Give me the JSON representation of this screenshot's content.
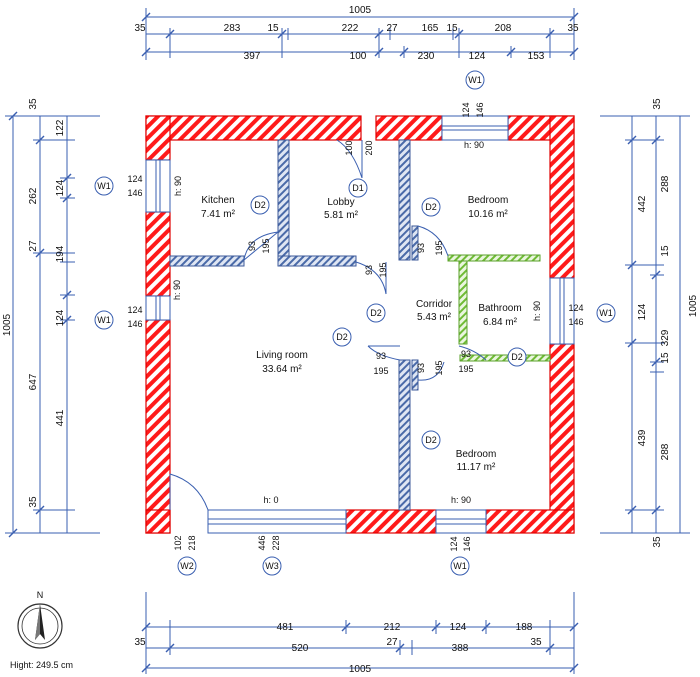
{
  "top_dims": {
    "total": "1005",
    "row1": [
      "35",
      "283",
      "15",
      "222",
      "27",
      "165",
      "15",
      "208",
      "35"
    ],
    "row2": [
      "397",
      "100",
      "230",
      "124",
      "153"
    ]
  },
  "bottom_dims": {
    "row1": [
      "481",
      "212",
      "124",
      "188"
    ],
    "row2": [
      "35",
      "520",
      "27",
      "388",
      "35"
    ],
    "total": "1005"
  },
  "left_dims": {
    "total": "1005",
    "outer": [
      "35",
      "262",
      "647",
      "35"
    ],
    "inner": [
      "122",
      "124",
      "27",
      "194",
      "124",
      "441"
    ]
  },
  "right_dims": {
    "total": "1005",
    "outer": [
      "35",
      "442",
      "124",
      "439",
      "35"
    ],
    "inner": [
      "288",
      "15",
      "329",
      "15",
      "288"
    ]
  },
  "rooms": [
    {
      "name": "Kitchen",
      "area": "7.41 m²"
    },
    {
      "name": "Lobby",
      "area": "5.81 m²"
    },
    {
      "name": "Bedroom",
      "area": "10.16 m²"
    },
    {
      "name": "Corridor",
      "area": "5.43 m²"
    },
    {
      "name": "Bathroom",
      "area": "6.84 m²"
    },
    {
      "name": "Living room",
      "area": "33.64 m²"
    },
    {
      "name": "Bedroom",
      "area": "11.17 m²"
    }
  ],
  "tags": {
    "w1": "W1",
    "w2": "W2",
    "w3": "W3",
    "d1": "D1",
    "d2": "D2"
  },
  "windows": {
    "w1_top": {
      "width": "124",
      "height": "146",
      "sill": "h: 90"
    },
    "w1_left_top": {
      "width": "124",
      "height": "146",
      "sill": "h: 90"
    },
    "w1_left_mid": {
      "width": "124",
      "height": "146",
      "sill": "h: 90"
    },
    "w1_right": {
      "width": "124",
      "height": "146",
      "sill": "h: 90"
    },
    "w1_bottom": {
      "width": "124",
      "height": "146",
      "sill": "h: 90"
    },
    "w2": {
      "width": "102",
      "height": "218"
    },
    "w3": {
      "width": "446",
      "height": "228",
      "sill": "h: 0"
    }
  },
  "doors": {
    "d1": {
      "width": "100",
      "height": "200"
    },
    "d2_kitchen": {
      "width": "93",
      "height": "195"
    },
    "d2_lobby": {
      "width": "93",
      "height": "195"
    },
    "d2_bed_top": {
      "width": "93",
      "height": "195"
    },
    "d2_living": {
      "width": "93",
      "height": "195"
    },
    "d2_bath": {
      "width": "93",
      "height": "195"
    },
    "d2_bed_bottom": {
      "width": "93",
      "height": "195"
    }
  },
  "compass": {
    "label": "N"
  },
  "height_note": "Hight: 249.5 cm",
  "colors": {
    "exterior_wall": "#ff2020",
    "interior_wall": "#4a6aa8",
    "bathroom_wall": "#7cc242",
    "dimension": "#3a5fb0"
  }
}
